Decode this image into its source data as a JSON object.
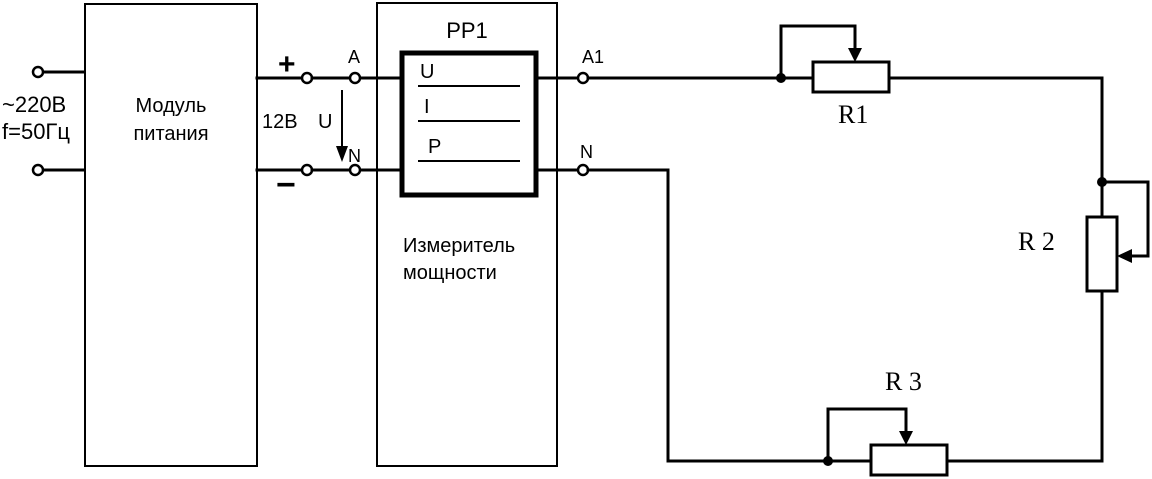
{
  "source": {
    "voltage_label": "~220В",
    "frequency_label": "f=50Гц"
  },
  "power_module": {
    "label_line1": "Модуль",
    "label_line2": "питания"
  },
  "output": {
    "plus_label": "+",
    "minus_label": "−",
    "voltage_label": "12В",
    "u_arrow_label": "U"
  },
  "meter": {
    "title": "PP1",
    "terminal_a": "A",
    "terminal_n_in": "N",
    "terminal_a1": "A1",
    "terminal_n_out": "N",
    "rows": [
      "U",
      "I",
      "P"
    ],
    "caption_line1": "Измеритель",
    "caption_line2": "мощности"
  },
  "resistors": {
    "r1": "R1",
    "r2": "R 2",
    "r3": "R 3"
  }
}
